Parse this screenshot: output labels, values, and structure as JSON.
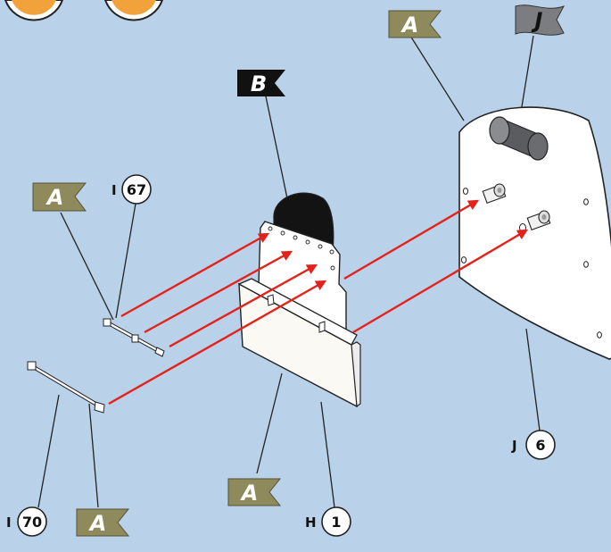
{
  "colors": {
    "background": "#b9d2ea",
    "flag_a": "#8f8a5c",
    "flag_b": "#111111",
    "flag_j": "#7b7d80",
    "arrow": "#e4221b",
    "part_outline": "#222222",
    "badge_orange": "#f2a23a"
  },
  "flags": {
    "a_top": "A",
    "j_top": "J",
    "b_center": "B",
    "a_left": "A",
    "a_bottom_center": "A",
    "a_bottom_left": "A"
  },
  "callouts": {
    "i67": {
      "prefix": "I",
      "number": "67"
    },
    "j6": {
      "prefix": "J",
      "number": "6"
    },
    "i70": {
      "prefix": "I",
      "number": "70"
    },
    "h1": {
      "prefix": "H",
      "number": "1"
    }
  }
}
